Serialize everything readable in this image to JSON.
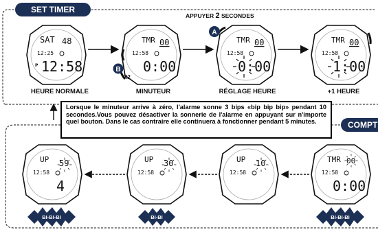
{
  "top_section": {
    "title": "SET TIMER",
    "hold_instruction_pre": "APPUYER ",
    "hold_instruction_num": "2",
    "hold_instruction_post": " SECONDES",
    "labels": [
      "HEURE NORMALE",
      "MINUTEUR",
      "RÉGLAGE HEURE",
      "+1 HEURE"
    ],
    "button_a": "A",
    "button_b": "B",
    "button_b_count": "X2"
  },
  "watches_top": [
    {
      "line1": "SAT",
      "line1b": "48",
      "small": "12:25",
      "main": "12:58",
      "pm": "P"
    },
    {
      "line1": "TMR",
      "line1b": "00",
      "small": "12:58",
      "main": "0:00"
    },
    {
      "line1": "TMR",
      "line1b": "00",
      "small": "12:58",
      "main": "0:00"
    },
    {
      "line1": "TMR",
      "line1b": "00",
      "small": "12:58",
      "main": "1:00"
    }
  ],
  "note_text": "Lorsque le minuteur arrive à zéro, l'alarme sonne 3 bips «bip bip bip» pendant 10 secondes.Vous pouvez désactiver la sonnerie de l'alarme en appuyant sur n'importe quel bouton. Dans le cas contraire elle continuera à fonctionner pendant 5 minutes.",
  "bottom_section": {
    "title": "COMPT",
    "beeps": [
      "BI-BI-BI",
      "BI-BI",
      "BI-BI-BI"
    ]
  },
  "watches_bottom": [
    {
      "line1": "UP",
      "line1b": "59",
      "small": "12:58",
      "main": "4"
    },
    {
      "line1": "UP",
      "line1b": "30",
      "small": "12:58"
    },
    {
      "line1": "UP",
      "line1b": "10",
      "small": "12:58"
    },
    {
      "line1": "TMR",
      "line1b": "00",
      "small": "12:58",
      "main": "0:00"
    }
  ],
  "colors": {
    "navy": "#1c2f55",
    "ink": "#111111",
    "white": "#ffffff"
  }
}
